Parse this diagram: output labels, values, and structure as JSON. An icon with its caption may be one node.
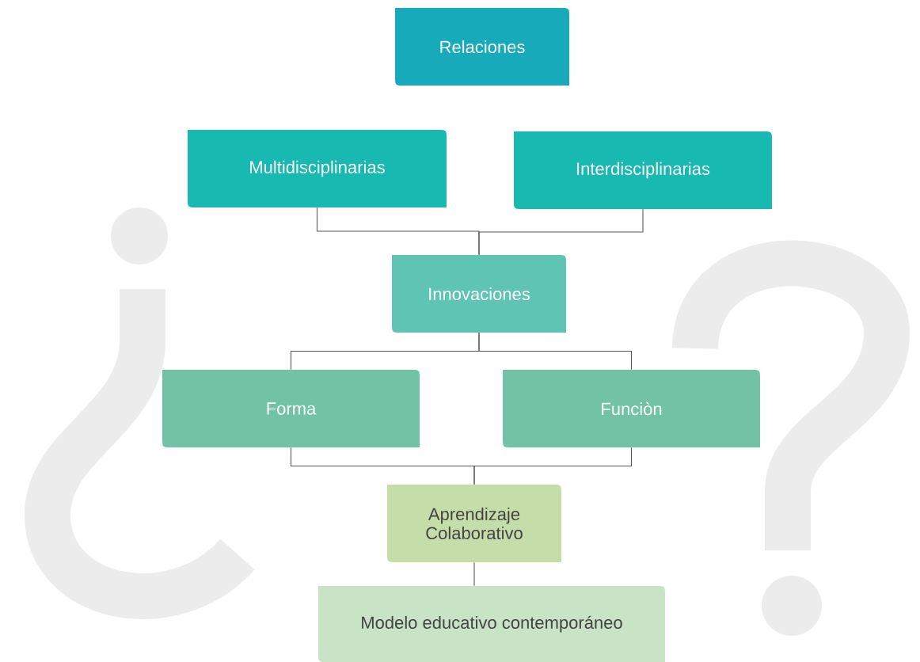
{
  "diagram": {
    "nodes": [
      {
        "text": [
          "Relaciones"
        ]
      },
      {
        "text": [
          "Multidisciplinarias"
        ]
      },
      {
        "text": [
          "Interdisciplinarias"
        ]
      },
      {
        "text": [
          "Innovaciones"
        ]
      },
      {
        "text": [
          "Forma"
        ]
      },
      {
        "text": [
          "Funciòn"
        ]
      },
      {
        "text": [
          "Aprendizaje Colaborativo"
        ]
      },
      {
        "text": [
          "Modelo educativo contemporáneo"
        ]
      }
    ],
    "edges": [
      {
        "from": 1,
        "to": 3,
        "arrow": "none"
      },
      {
        "from": 2,
        "to": 3,
        "arrow": "none"
      },
      {
        "from": 3,
        "to": 4,
        "arrow": "none"
      },
      {
        "from": 3,
        "to": 5,
        "arrow": "none"
      },
      {
        "from": 4,
        "to": 6,
        "arrow": "none"
      },
      {
        "from": 5,
        "to": 6,
        "arrow": "none"
      },
      {
        "from": 6,
        "to": 7,
        "arrow": "none"
      }
    ]
  }
}
